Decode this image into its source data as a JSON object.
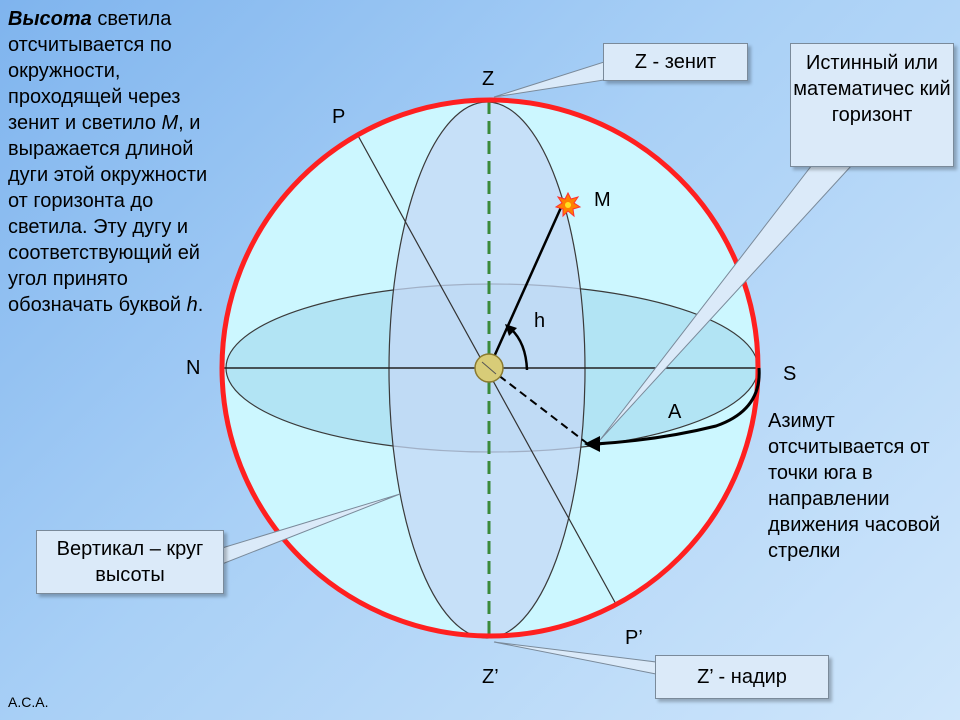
{
  "intro": {
    "bold_word": "Высота",
    "text_1": " светила отсчитывается по окружности, проходящей через зенит и светило ",
    "star_letter": "M",
    "text_2": ", и выражается длиной дуги этой окружности от горизонта до светила. Эту дугу и соответствующий ей угол принято обозначать буквой ",
    "angle_letter": "h",
    "text_3": "."
  },
  "callouts": {
    "zenith": "Z - зенит",
    "horizon": "Истинный или математичес кий  горизонт",
    "vertical": "Вертикал – круг высоты",
    "nadir": "Z’ - надир"
  },
  "labels": {
    "z": "Z",
    "p": "P",
    "m": "M",
    "h": "h",
    "n": "N",
    "s": "S",
    "a": "A",
    "p_prime": "P’",
    "z_prime": "Z’"
  },
  "azimuth_note": "Азимут отсчитывается от точки юга в направлении движения часовой стрелки",
  "author": "А.С.А.",
  "colors": {
    "sphere_outline": "#ff2020",
    "sphere_fill": "#ccf7ff",
    "zenith_axis": "#3a8a3a",
    "vertical_circle_fill": "#c4d8f6",
    "horizon_fill": "#b2e4f4",
    "star": "#ff8000"
  },
  "icons": {
    "star": "star-burst-icon",
    "observer": "observer-circle-icon"
  }
}
